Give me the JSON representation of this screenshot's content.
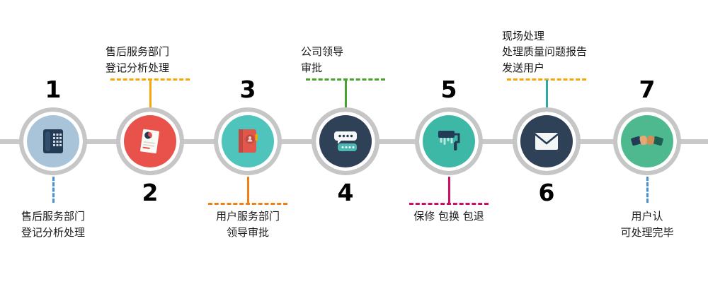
{
  "steps": [
    {
      "number": "1",
      "label": [
        "售后服务部门",
        "登记分析处理"
      ],
      "label_position": "below",
      "accent_color": "#4a90d2",
      "circle_color": "#a9c3d9",
      "icon": "desk-phone-icon",
      "connector_style": "dashed"
    },
    {
      "number": "2",
      "label": [
        "售后服务部门",
        "登记分析处理"
      ],
      "label_position": "above",
      "accent_color": "#f3a70a",
      "circle_color": "#e8524a",
      "icon": "report-document-icon",
      "connector_style": "solid"
    },
    {
      "number": "3",
      "label": [
        "用户服务部门",
        "领导审批"
      ],
      "label_position": "below",
      "accent_color": "#ef8018",
      "circle_color": "#4fc4bd",
      "icon": "notebook-icon",
      "connector_style": "solid"
    },
    {
      "number": "4",
      "label": [
        "公司领导",
        "审批"
      ],
      "label_position": "above",
      "accent_color": "#48a22e",
      "circle_color": "#2e4156",
      "icon": "chat-bubbles-icon",
      "connector_style": "solid"
    },
    {
      "number": "5",
      "label": [
        "保修 包换 包退"
      ],
      "label_position": "below",
      "accent_color": "#cc0f62",
      "circle_color": "#3eb8a6",
      "icon": "paint-roller-icon",
      "connector_style": "solid"
    },
    {
      "number": "6",
      "label": [
        "现场处理",
        "处理质量问题报告",
        "发送用户"
      ],
      "label_position": "above",
      "accent_color": "#2fa9a2",
      "hline_color": "#f3a70a",
      "circle_color": "#2e4156",
      "icon": "envelope-icon",
      "connector_style": "solid"
    },
    {
      "number": "7",
      "label": [
        "用户认",
        "可处理完毕"
      ],
      "label_position": "below",
      "accent_color": "#4a90d2",
      "circle_color": "#4eb98f",
      "icon": "handshake-icon",
      "connector_style": "dashed"
    }
  ],
  "colors": {
    "connector": "#c9c9c9",
    "ring": "#c6c6c6",
    "number_text": "#000000",
    "label_text": "#1a1a1a"
  }
}
